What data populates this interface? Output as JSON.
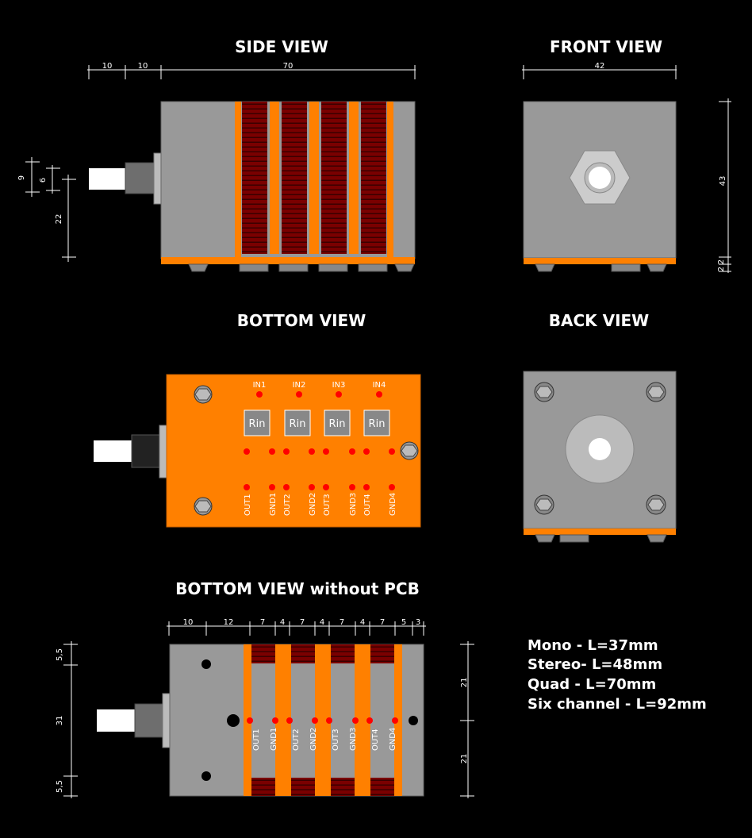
{
  "titles": {
    "side": "SIDE VIEW",
    "front": "FRONT VIEW",
    "bottom": "BOTTOM VIEW",
    "back": "BACK VIEW",
    "bottom_no_pcb": "BOTTOM VIEW without PCB"
  },
  "side_dims": {
    "d1": "10",
    "d2": "10",
    "d3": "70",
    "v1": "9",
    "v2": "6",
    "v3": "22"
  },
  "front_dims": {
    "width": "42",
    "height": "43",
    "small1": "2",
    "small2": "2"
  },
  "bottom_labels": {
    "in": [
      "IN1",
      "IN2",
      "IN3",
      "IN4"
    ],
    "rin": "Rin",
    "out": [
      "OUT1",
      "GND1",
      "OUT2",
      "GND2",
      "OUT3",
      "GND3",
      "OUT4",
      "GND4"
    ]
  },
  "nopcb_dims": {
    "top": [
      "10",
      "12",
      "7",
      "4",
      "7",
      "4",
      "7",
      "4",
      "7",
      "5",
      "3"
    ],
    "left": [
      "5,5",
      "31",
      "5,5"
    ],
    "right": [
      "21",
      "21"
    ]
  },
  "nopcb_labels": [
    "OUT1",
    "GND1",
    "OUT2",
    "GND2",
    "OUT3",
    "GND3",
    "OUT4",
    "GND4"
  ],
  "specs": [
    "Mono - L=37mm",
    "Stereo- L=48mm",
    "Quad - L=70mm",
    "Six channel - L=92mm"
  ],
  "colors": {
    "background": "#000000",
    "body_grey": "#999999",
    "shaft_grey": "#666666",
    "orange": "#FF8000",
    "wafer_red": "#7A0000",
    "dot_red": "#FF0000"
  }
}
